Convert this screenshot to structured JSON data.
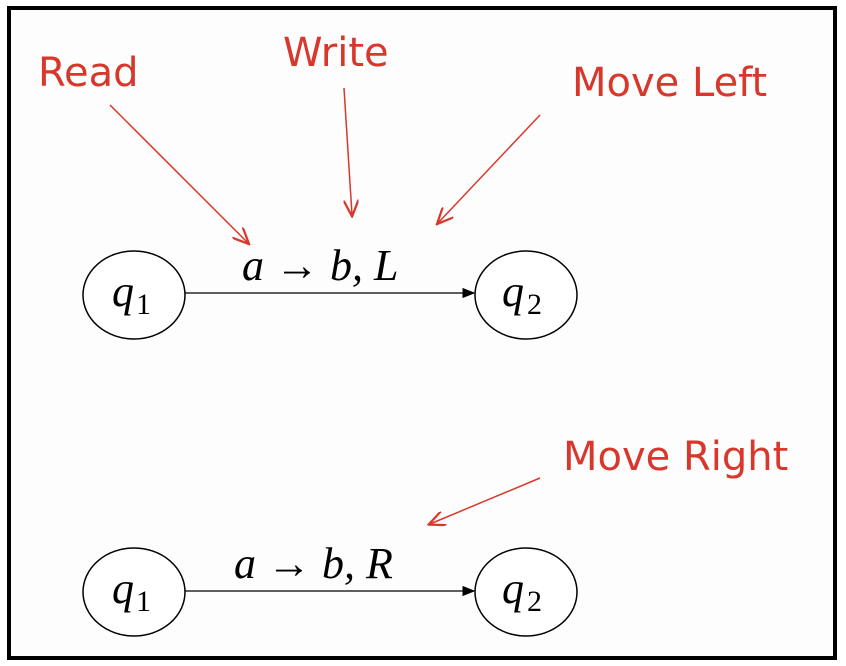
{
  "annotations": {
    "read": "Read",
    "write": "Write",
    "move_left": "Move Left",
    "move_right": "Move Right"
  },
  "transitions": [
    {
      "from": "q",
      "from_sub": "1",
      "to": "q",
      "to_sub": "2",
      "label": "a → b, L"
    },
    {
      "from": "q",
      "from_sub": "1",
      "to": "q",
      "to_sub": "2",
      "label": "a → b, R"
    }
  ],
  "colors": {
    "annotation": "#d8382c",
    "frame": "#000000"
  }
}
